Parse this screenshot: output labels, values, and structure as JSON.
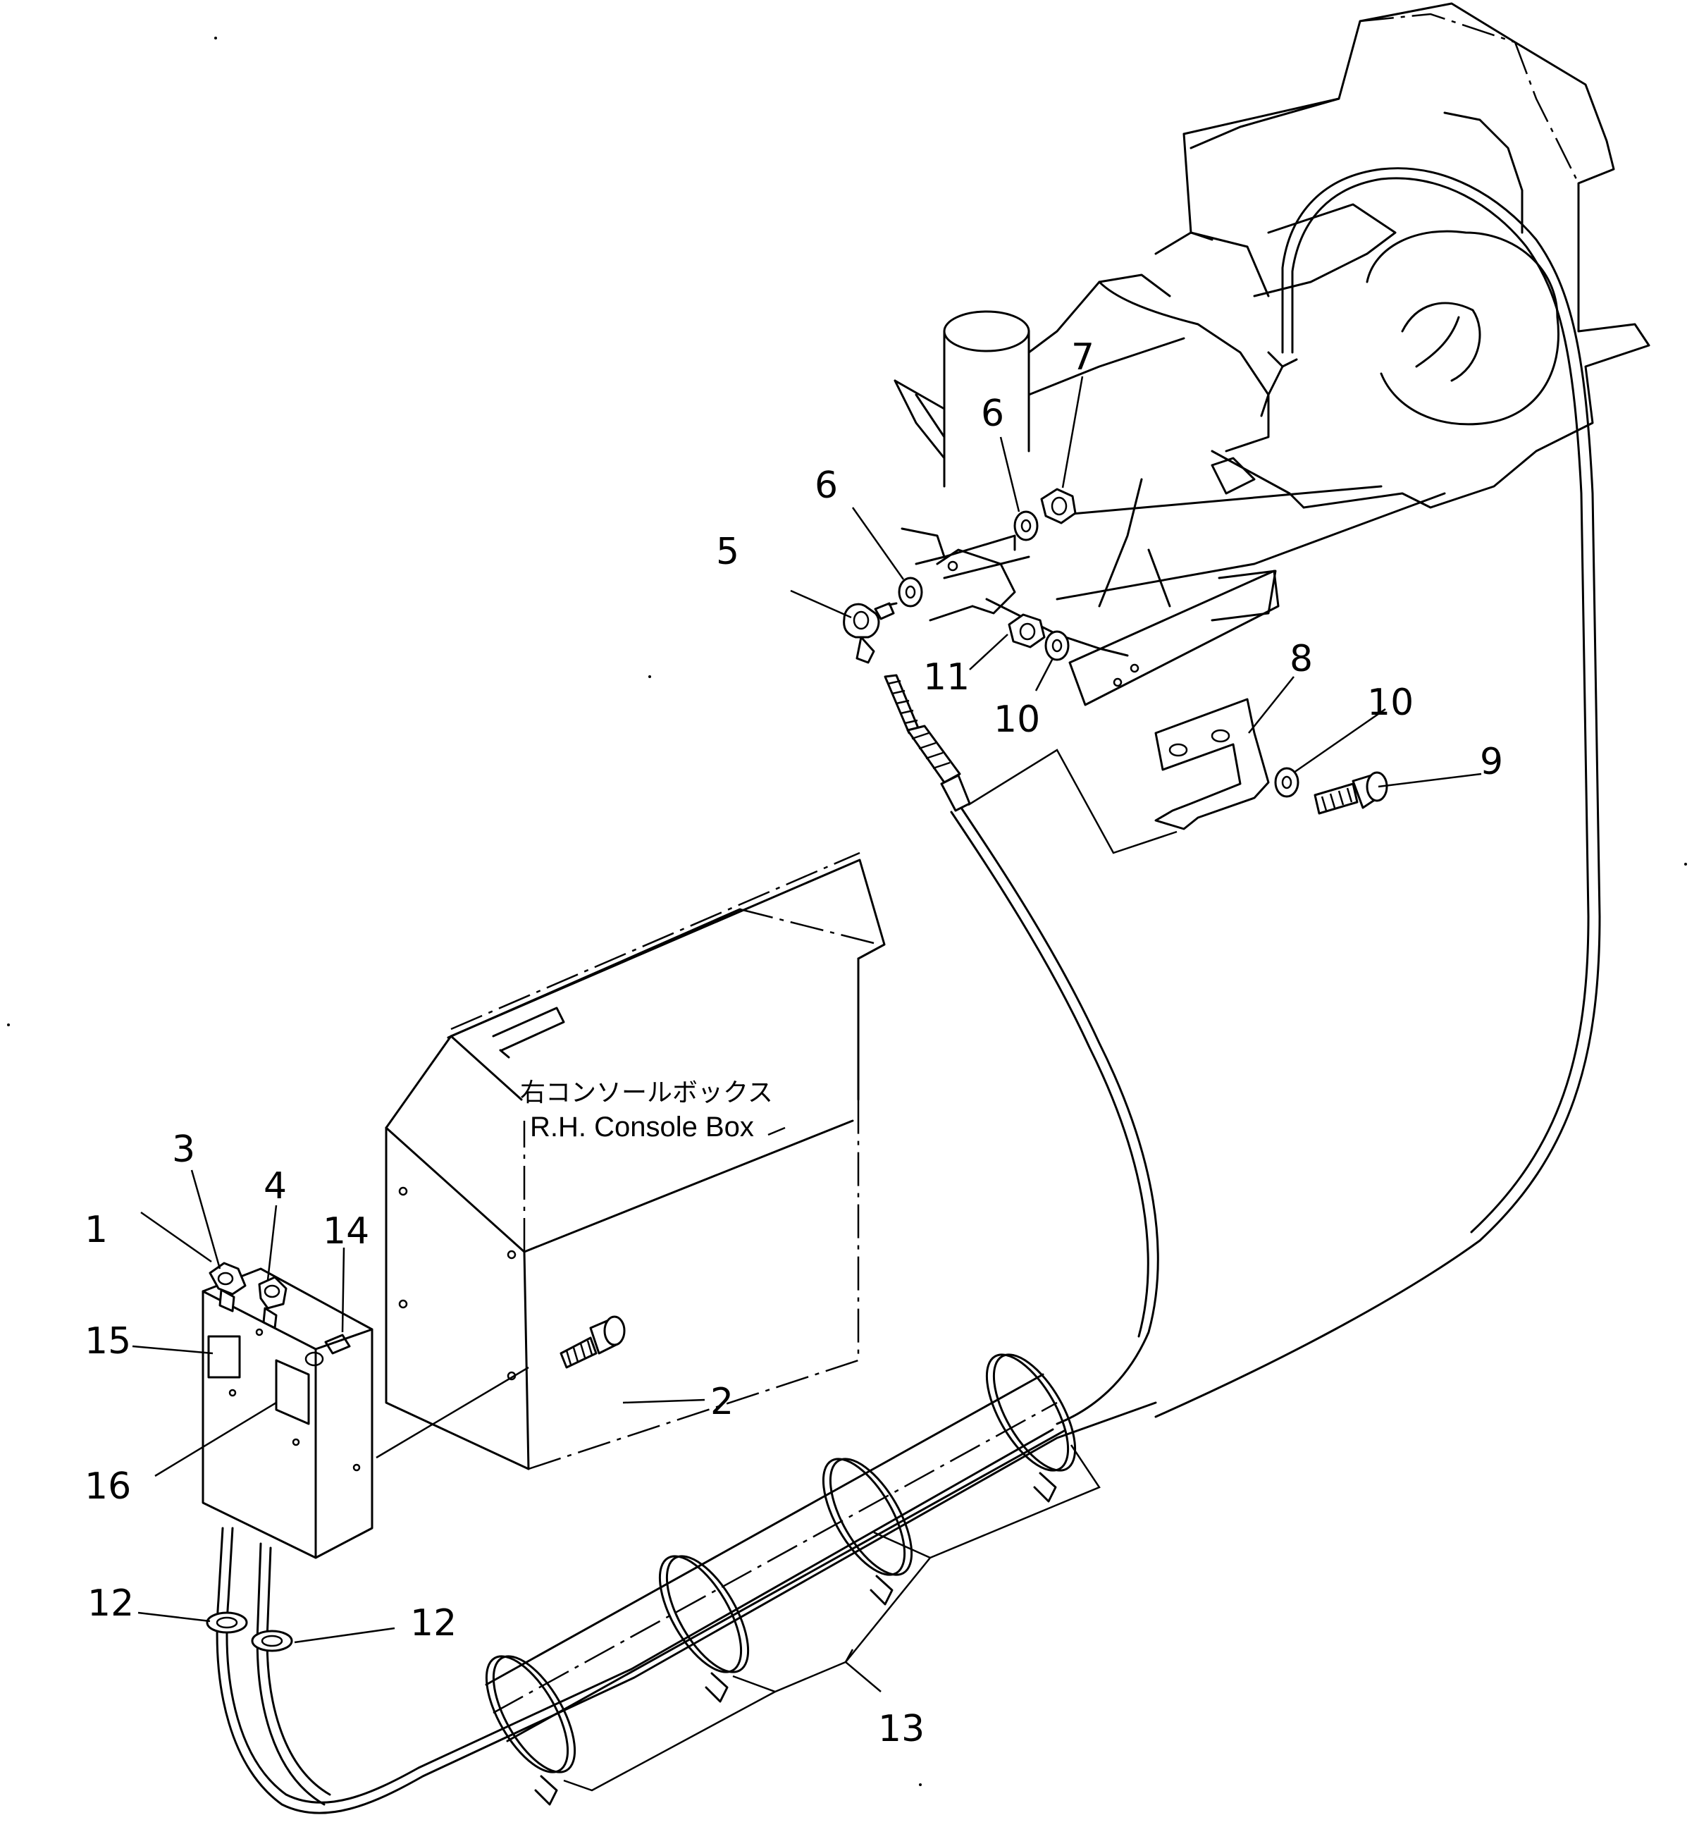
{
  "diagram": {
    "console_label_jp": "右コンソールボックス",
    "console_label_en": "R.H. Console Box",
    "part_numbers": {
      "p1": "1",
      "p2": "2",
      "p3": "3",
      "p4": "4",
      "p5": "5",
      "p6a": "6",
      "p6b": "6",
      "p7": "7",
      "p8": "8",
      "p9": "9",
      "p10a": "10",
      "p10b": "10",
      "p11": "11",
      "p12a": "12",
      "p12b": "12",
      "p13": "13",
      "p14": "14",
      "p15": "15",
      "p16": "16"
    }
  }
}
